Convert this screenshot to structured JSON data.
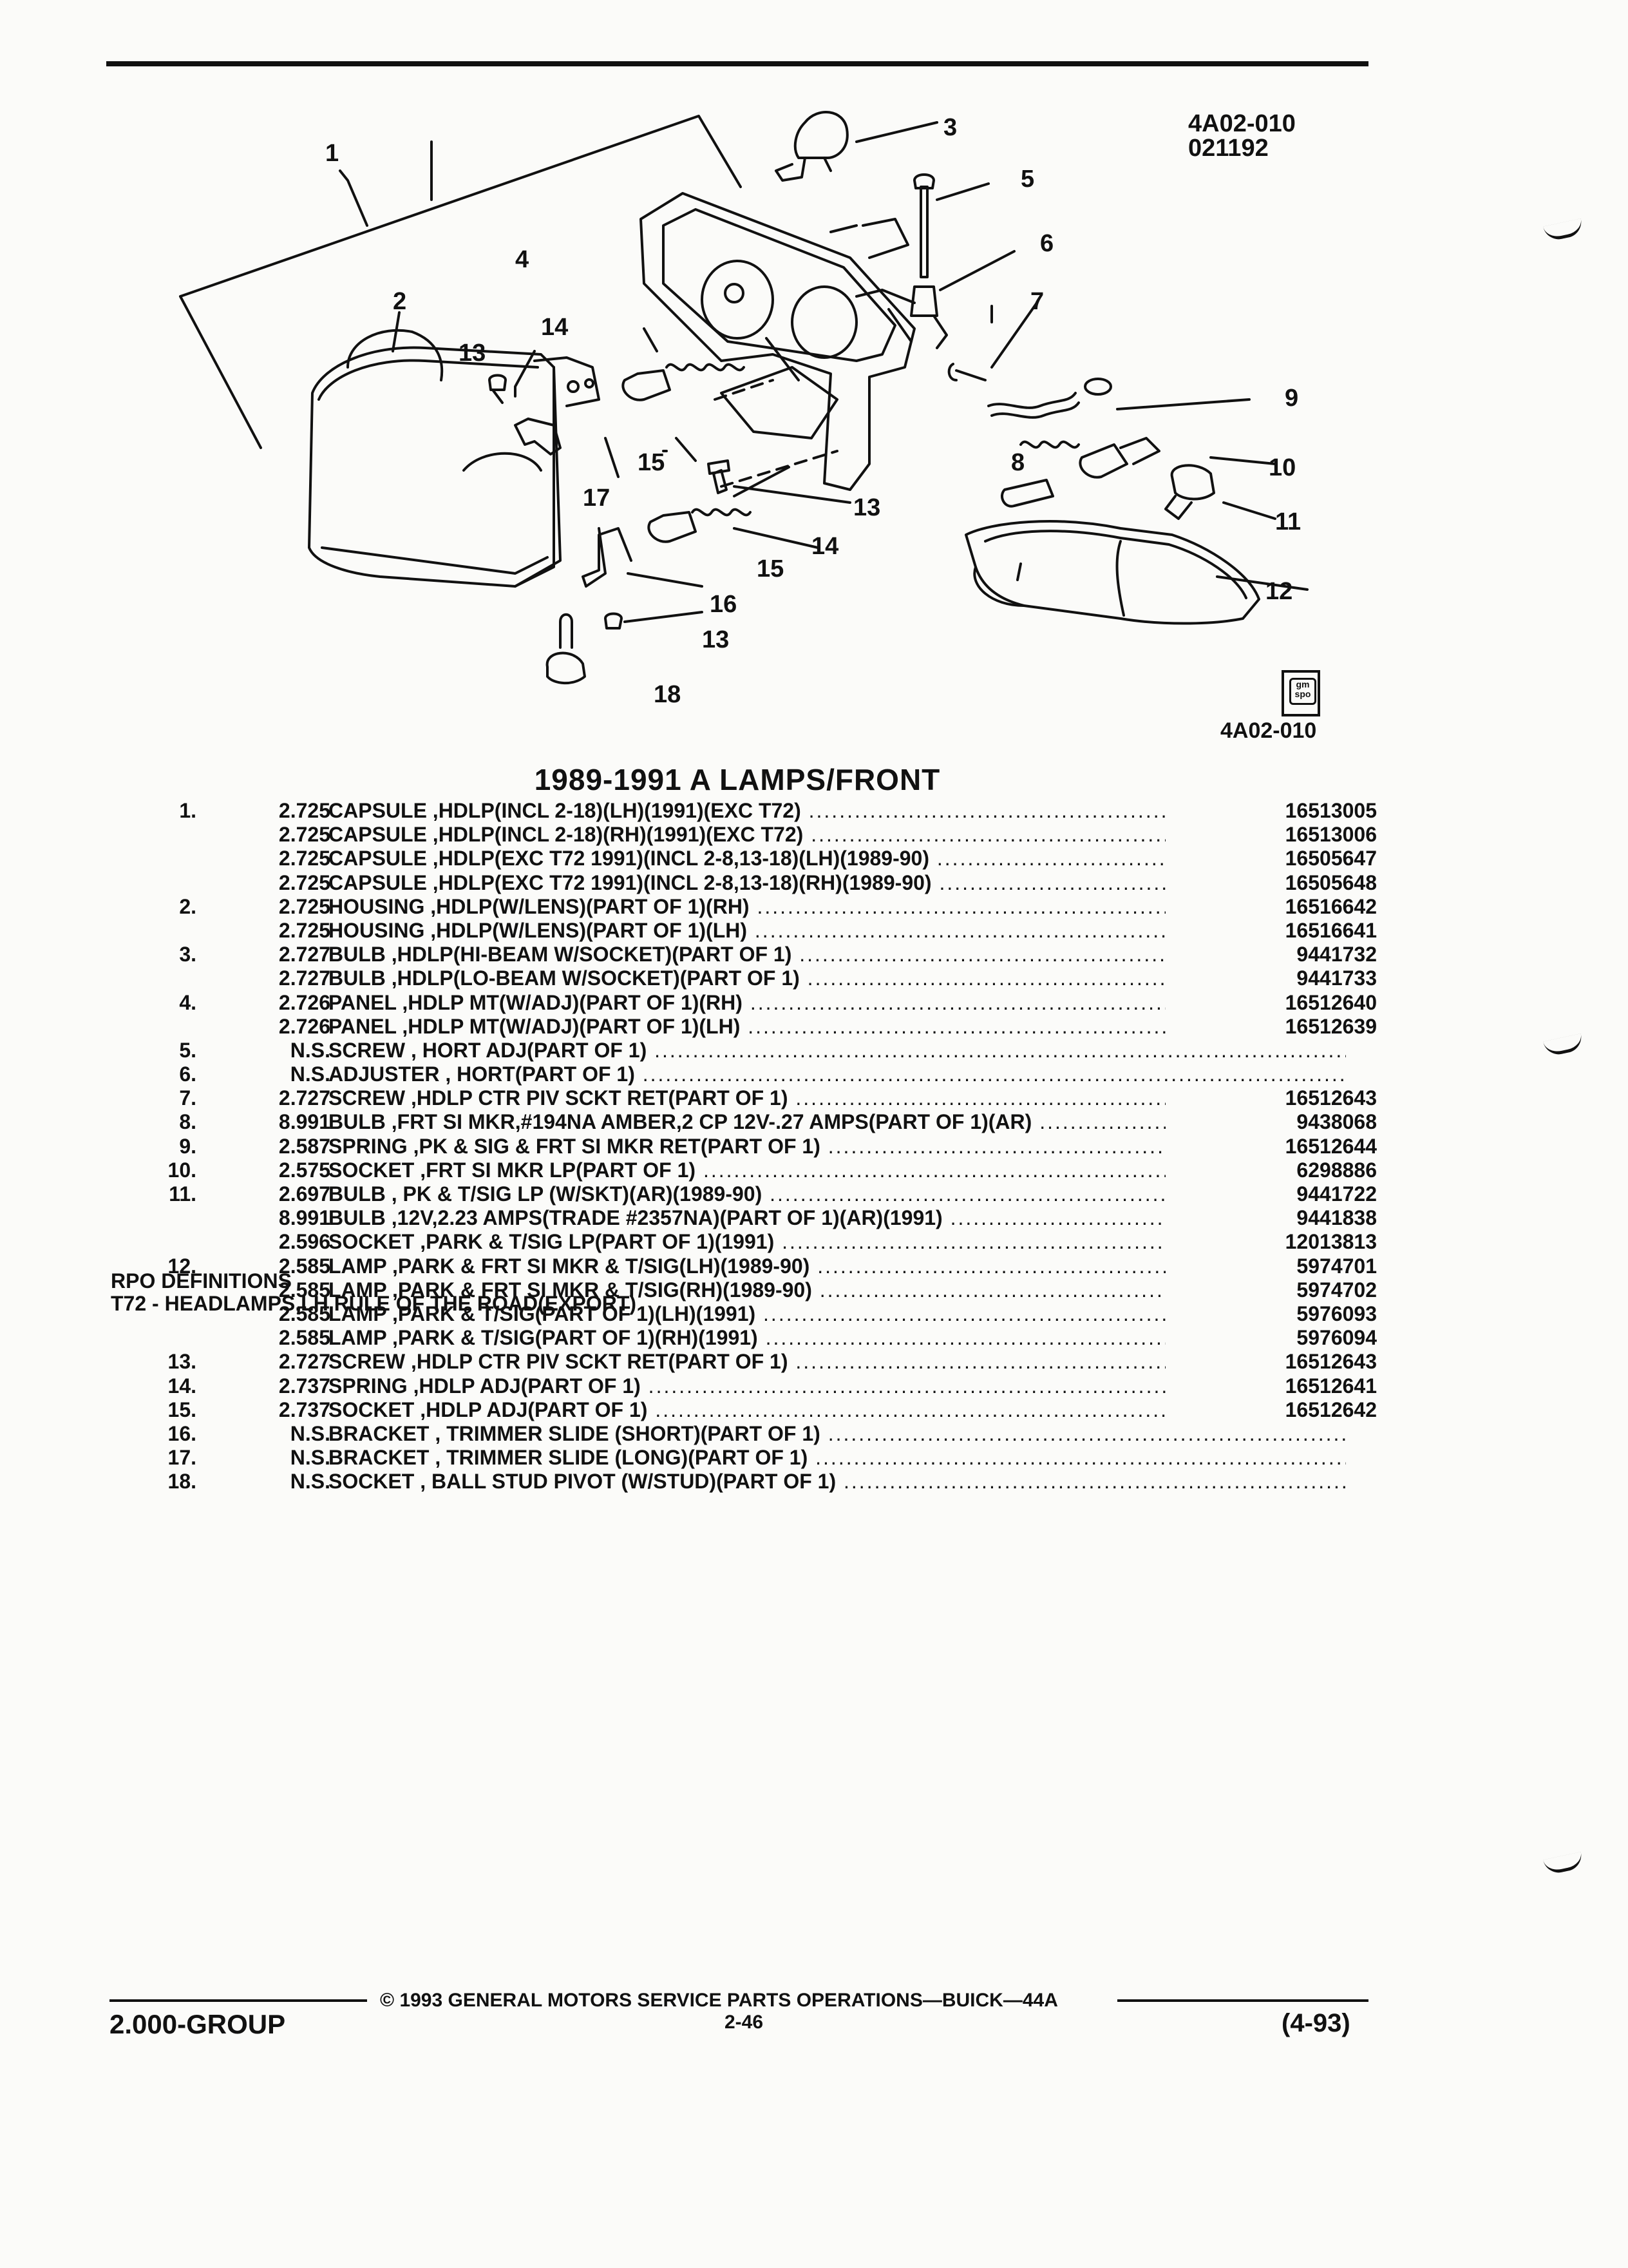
{
  "header": {
    "doc_id": "4A02-010",
    "doc_date": "021192"
  },
  "diagram": {
    "callouts": [
      "1",
      "2",
      "3",
      "4",
      "5",
      "6",
      "7",
      "8",
      "9",
      "10",
      "11",
      "12",
      "13",
      "13",
      "13",
      "14",
      "14",
      "15",
      "15",
      "16",
      "17",
      "18"
    ],
    "logo_text": "gm spo",
    "caption": "4A02-010"
  },
  "title": "1989-1991 A LAMPS/FRONT",
  "parts": [
    {
      "num": "1.",
      "grp": "2.725",
      "name": "CAPSULE",
      "desc": ",HDLP(INCL 2-18)(LH)(1991)(EXC T72)",
      "pn": "16513005"
    },
    {
      "num": "",
      "grp": "2.725",
      "name": "CAPSULE",
      "desc": ",HDLP(INCL 2-18)(RH)(1991)(EXC T72)",
      "pn": "16513006"
    },
    {
      "num": "",
      "grp": "2.725",
      "name": "CAPSULE",
      "desc": ",HDLP(EXC T72 1991)(INCL 2-8,13-18)(LH)(1989-90)",
      "pn": "16505647"
    },
    {
      "num": "",
      "grp": "2.725",
      "name": "CAPSULE",
      "desc": ",HDLP(EXC T72 1991)(INCL 2-8,13-18)(RH)(1989-90)",
      "pn": "16505648"
    },
    {
      "num": "2.",
      "grp": "2.725",
      "name": "HOUSING",
      "desc": ",HDLP(W/LENS)(PART OF 1)(RH)",
      "pn": "16516642"
    },
    {
      "num": "",
      "grp": "2.725",
      "name": "HOUSING",
      "desc": ",HDLP(W/LENS)(PART OF 1)(LH)",
      "pn": "16516641"
    },
    {
      "num": "3.",
      "grp": "2.727",
      "name": "BULB",
      "desc": ",HDLP(HI-BEAM W/SOCKET)(PART OF 1)",
      "pn": "9441732"
    },
    {
      "num": "",
      "grp": "2.727",
      "name": "BULB",
      "desc": ",HDLP(LO-BEAM W/SOCKET)(PART OF 1)",
      "pn": "9441733"
    },
    {
      "num": "4.",
      "grp": "2.726",
      "name": "PANEL",
      "desc": ",HDLP MT(W/ADJ)(PART OF 1)(RH)",
      "pn": "16512640"
    },
    {
      "num": "",
      "grp": "2.726",
      "name": "PANEL",
      "desc": ",HDLP MT(W/ADJ)(PART OF 1)(LH)",
      "pn": "16512639"
    },
    {
      "num": "5.",
      "grp": "N.S.",
      "name": "SCREW",
      "desc": ", HORT ADJ(PART OF 1)",
      "pn": ""
    },
    {
      "num": "6.",
      "grp": "N.S.",
      "name": "ADJUSTER",
      "desc": ", HORT(PART OF 1)",
      "pn": ""
    },
    {
      "num": "7.",
      "grp": "2.727",
      "name": "SCREW",
      "desc": ",HDLP CTR PIV SCKT RET(PART OF 1)",
      "pn": "16512643"
    },
    {
      "num": "8.",
      "grp": "8.991",
      "name": "BULB",
      "desc": ",FRT SI MKR,#194NA AMBER,2 CP 12V-.27 AMPS(PART OF 1)(AR)",
      "pn": "9438068"
    },
    {
      "num": "9.",
      "grp": "2.587",
      "name": "SPRING",
      "desc": ",PK & SIG & FRT SI MKR RET(PART OF 1)",
      "pn": "16512644"
    },
    {
      "num": "10.",
      "grp": "2.575",
      "name": "SOCKET",
      "desc": ",FRT SI MKR LP(PART OF 1)",
      "pn": "6298886"
    },
    {
      "num": "11.",
      "grp": "2.697",
      "name": "BULB",
      "desc": ", PK & T/SIG LP (W/SKT)(AR)(1989-90)",
      "pn": "9441722"
    },
    {
      "num": "",
      "grp": "8.991",
      "name": "BULB",
      "desc": ",12V,2.23 AMPS(TRADE #2357NA)(PART OF 1)(AR)(1991)",
      "pn": "9441838"
    },
    {
      "num": "",
      "grp": "2.596",
      "name": "SOCKET",
      "desc": ",PARK & T/SIG LP(PART OF 1)(1991)",
      "pn": "12013813"
    },
    {
      "num": "12.",
      "grp": "2.585",
      "name": "LAMP",
      "desc": ",PARK & FRT SI MKR & T/SIG(LH)(1989-90)",
      "pn": "5974701"
    },
    {
      "num": "",
      "grp": "2.585",
      "name": "LAMP",
      "desc": ",PARK & FRT SI MKR & T/SIG(RH)(1989-90)",
      "pn": "5974702"
    },
    {
      "num": "",
      "grp": "2.585",
      "name": "LAMP",
      "desc": ",PARK & T/SIG(PART OF 1)(LH)(1991)",
      "pn": "5976093"
    },
    {
      "num": "",
      "grp": "2.585",
      "name": "LAMP",
      "desc": ",PARK & T/SIG(PART OF 1)(RH)(1991)",
      "pn": "5976094"
    },
    {
      "num": "13.",
      "grp": "2.727",
      "name": "SCREW",
      "desc": ",HDLP CTR PIV SCKT RET(PART OF 1)",
      "pn": "16512643"
    },
    {
      "num": "14.",
      "grp": "2.737",
      "name": "SPRING",
      "desc": ",HDLP ADJ(PART OF 1)",
      "pn": "16512641"
    },
    {
      "num": "15.",
      "grp": "2.737",
      "name": "SOCKET",
      "desc": ",HDLP ADJ(PART OF 1)",
      "pn": "16512642"
    },
    {
      "num": "16.",
      "grp": "N.S.",
      "name": "BRACKET",
      "desc": ", TRIMMER SLIDE (SHORT)(PART OF 1)",
      "pn": ""
    },
    {
      "num": "17.",
      "grp": "N.S.",
      "name": "BRACKET",
      "desc": ", TRIMMER SLIDE (LONG)(PART OF 1)",
      "pn": ""
    },
    {
      "num": "18.",
      "grp": "N.S.",
      "name": "SOCKET",
      "desc": ", BALL STUD PIVOT (W/STUD)(PART OF 1)",
      "pn": ""
    }
  ],
  "rpo": {
    "title": "RPO DEFINITIONS",
    "definition": "T72 - HEADLAMPS,LH RULE OF THE ROAD(EXPORT)"
  },
  "footer": {
    "copyright": "© 1993 GENERAL MOTORS SERVICE PARTS OPERATIONS—BUICK—44A",
    "group": "2.000-GROUP",
    "page": "2-46",
    "revision": "(4-93)"
  }
}
